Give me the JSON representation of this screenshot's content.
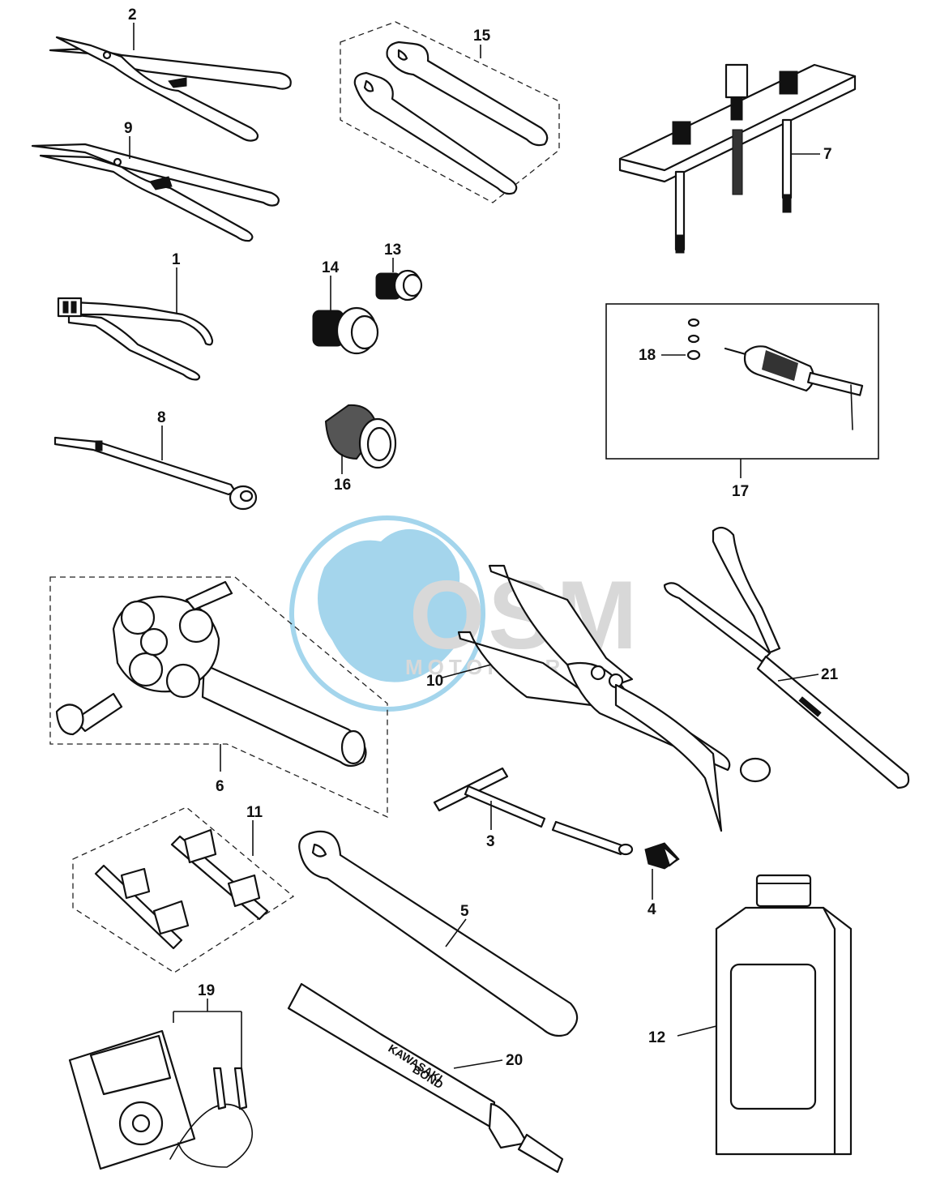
{
  "watermark": {
    "brand": "OSM",
    "sub": "MOTORPARTS",
    "globe_color": "#5ab4de",
    "brand_color": "#b9b9b9"
  },
  "product_text": {
    "tube_line1": "KAWASAKI",
    "tube_line2": "BOND"
  },
  "callouts": {
    "c1": "1",
    "c2": "2",
    "c3": "3",
    "c4": "4",
    "c5": "5",
    "c6": "6",
    "c7": "7",
    "c8": "8",
    "c9": "9",
    "c10": "10",
    "c11": "11",
    "c12": "12",
    "c13": "13",
    "c14": "14",
    "c15": "15",
    "c16": "16",
    "c17": "17",
    "c18": "18",
    "c19": "19",
    "c20": "20",
    "c21": "21"
  }
}
